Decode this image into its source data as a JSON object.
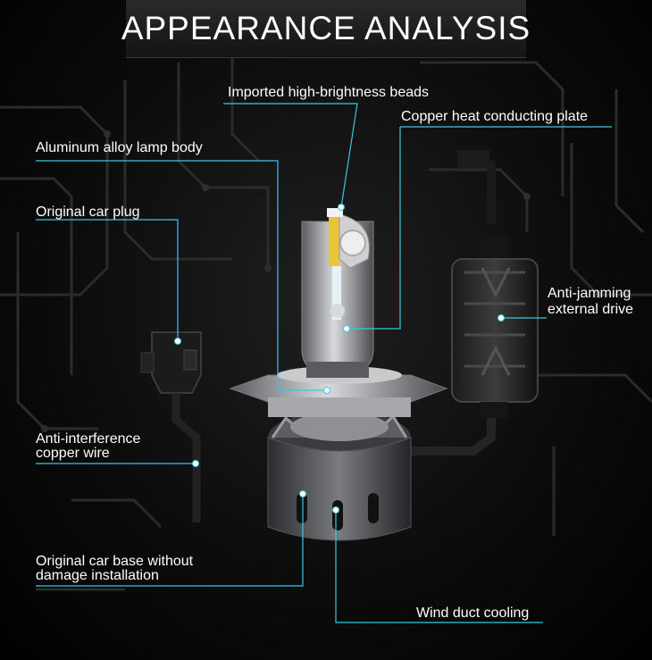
{
  "title": "APPEARANCE ANALYSIS",
  "accent_color": "#39c6e6",
  "labels": {
    "beads": "Imported high-brightness beads",
    "copper_plate": "Copper heat conducting plate",
    "lamp_body": "Aluminum alloy lamp body",
    "car_plug": "Original car plug",
    "anti_jamming_1": "Anti-jamming",
    "anti_jamming_2": "external drive",
    "anti_interference_1": "Anti-interference",
    "anti_interference_2": "copper wire",
    "car_base_1": "Original car base without",
    "car_base_2": "damage installation",
    "wind_duct": "Wind duct cooling"
  }
}
